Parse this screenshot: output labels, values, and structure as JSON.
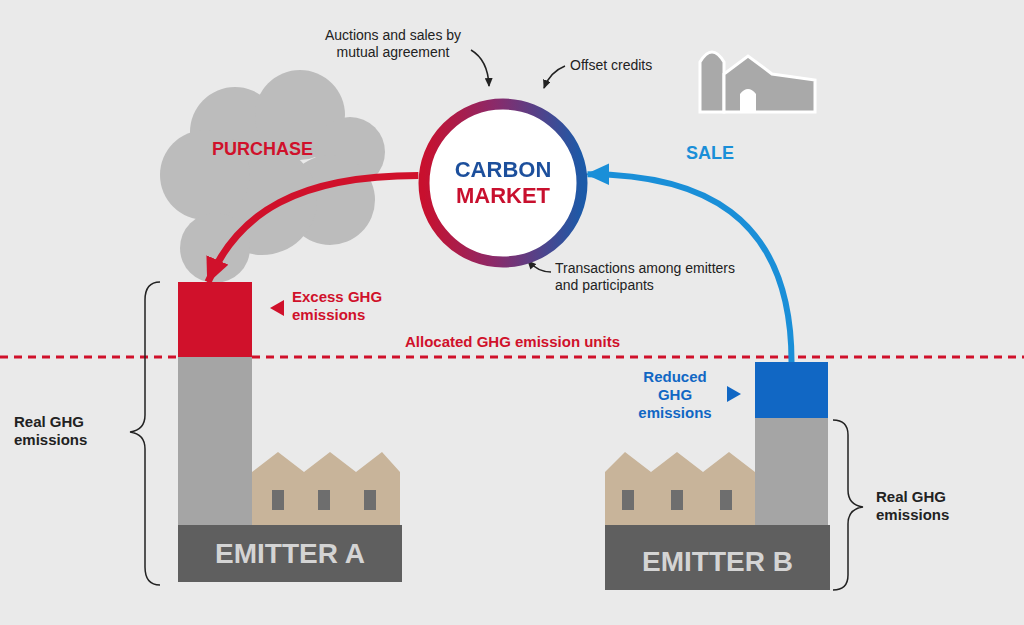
{
  "diagram": {
    "nodes": [
      {
        "text": [
          "CARBON MARKET"
        ]
      },
      {
        "text": [
          "EMITTER A"
        ]
      },
      {
        "text": [
          "EMITTER B"
        ]
      }
    ],
    "edges": [
      {
        "from": 0,
        "to": 1,
        "arrow": "to",
        "label": "PURCHASE"
      },
      {
        "from": 2,
        "to": 0,
        "arrow": "to",
        "label": "SALE"
      }
    ],
    "labels": [
      "Auctions and sales by mutual agreement",
      "Offset credits",
      "Transactions among emitters and participants",
      "Excess GHG emissions",
      "Allocated GHG emission units",
      "Reduced GHG emissions",
      "Real GHG emissions",
      "Real GHG emissions"
    ]
  }
}
